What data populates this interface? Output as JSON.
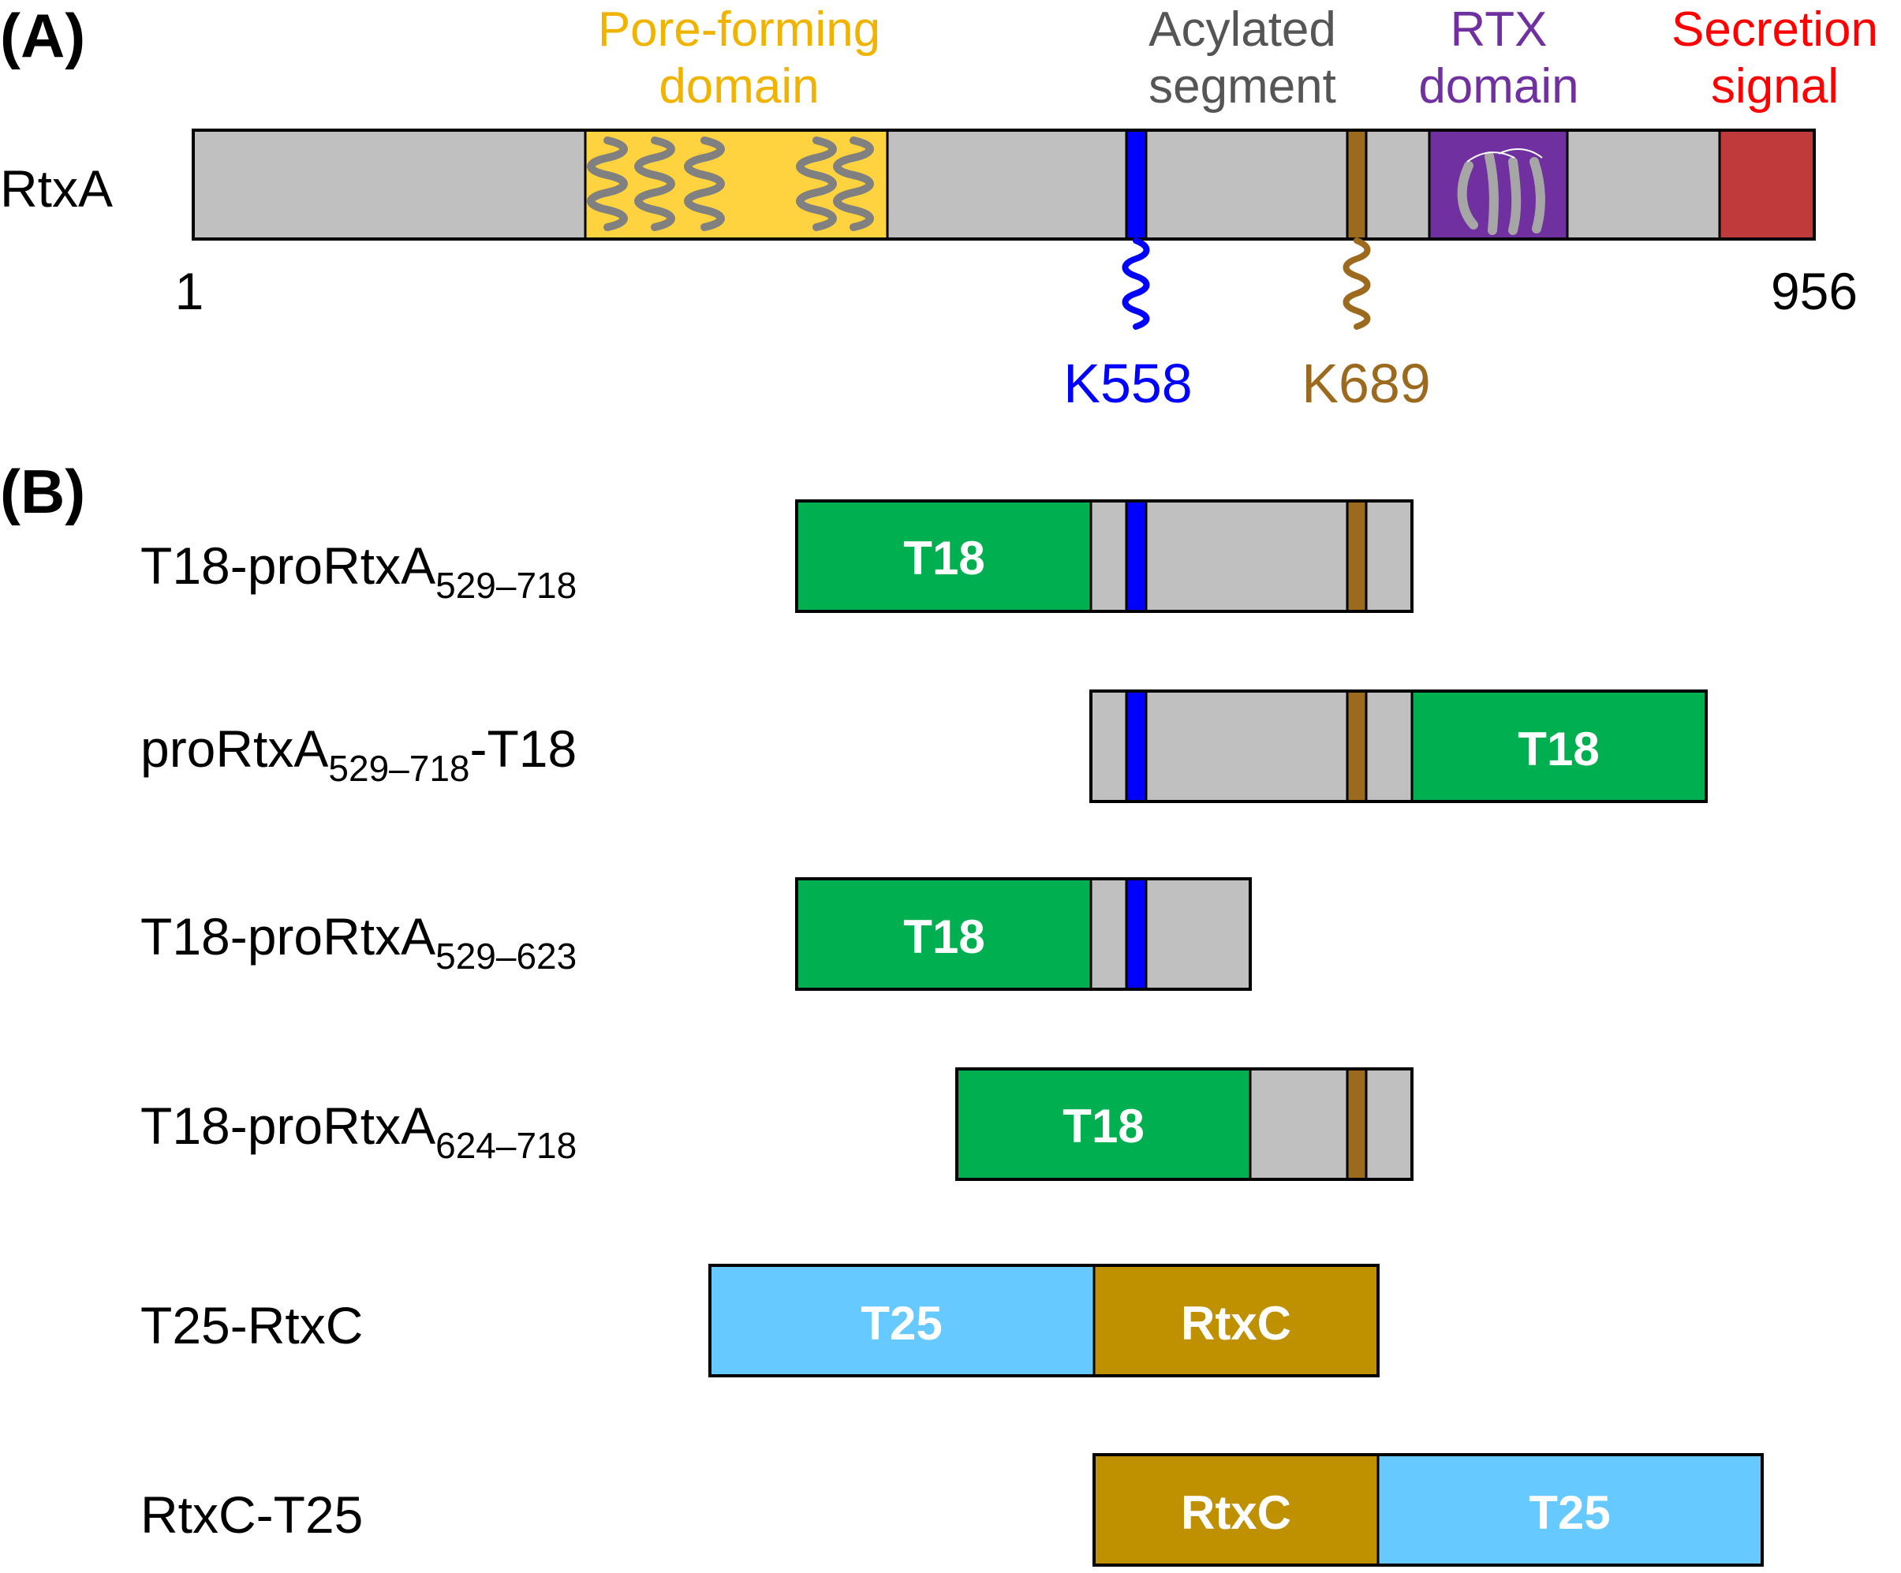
{
  "panels": {
    "a": "(A)",
    "b": "(B)"
  },
  "protein": {
    "name": "RtxA",
    "start": "1",
    "end": "956"
  },
  "domains": {
    "pore_forming": {
      "line1": "Pore-forming",
      "line2": "domain"
    },
    "acylated": {
      "line1": "Acylated",
      "line2": "segment"
    },
    "rtx": {
      "line1": "RTX",
      "line2": "domain"
    },
    "secretion": {
      "line1": "Secretion",
      "line2": "signal"
    }
  },
  "sites": {
    "k558": "K558",
    "k689": "K689"
  },
  "constructs": [
    {
      "prefix": "T18-proRtxA",
      "sub": "529–718",
      "suffix": "",
      "tag": "T18"
    },
    {
      "prefix": "proRtxA",
      "sub": "529–718",
      "suffix": "-T18",
      "tag": "T18"
    },
    {
      "prefix": "T18-proRtxA",
      "sub": "529–623",
      "suffix": "",
      "tag": "T18"
    },
    {
      "prefix": "T18-proRtxA",
      "sub": "624–718",
      "suffix": "",
      "tag": "T18"
    },
    {
      "prefix": "T25-RtxC",
      "sub": "",
      "suffix": "",
      "tag": "T25",
      "partner": "RtxC"
    },
    {
      "prefix": "RtxC-T25",
      "sub": "",
      "suffix": "",
      "tag": "T25",
      "partner": "RtxC"
    }
  ],
  "colors": {
    "backbone": "#c0c0c0",
    "pore_forming": "#ffd23f",
    "acylated_text": "#555555",
    "rtx": "#7030a0",
    "secretion": "#c0393b",
    "secretion_text": "#ff0000",
    "k558": "#0000ff",
    "k689": "#9c6a1e",
    "t18": "#00b050",
    "t25": "#66c9ff",
    "rtxc": "#bf9000",
    "pore_text": "#f0b400"
  }
}
